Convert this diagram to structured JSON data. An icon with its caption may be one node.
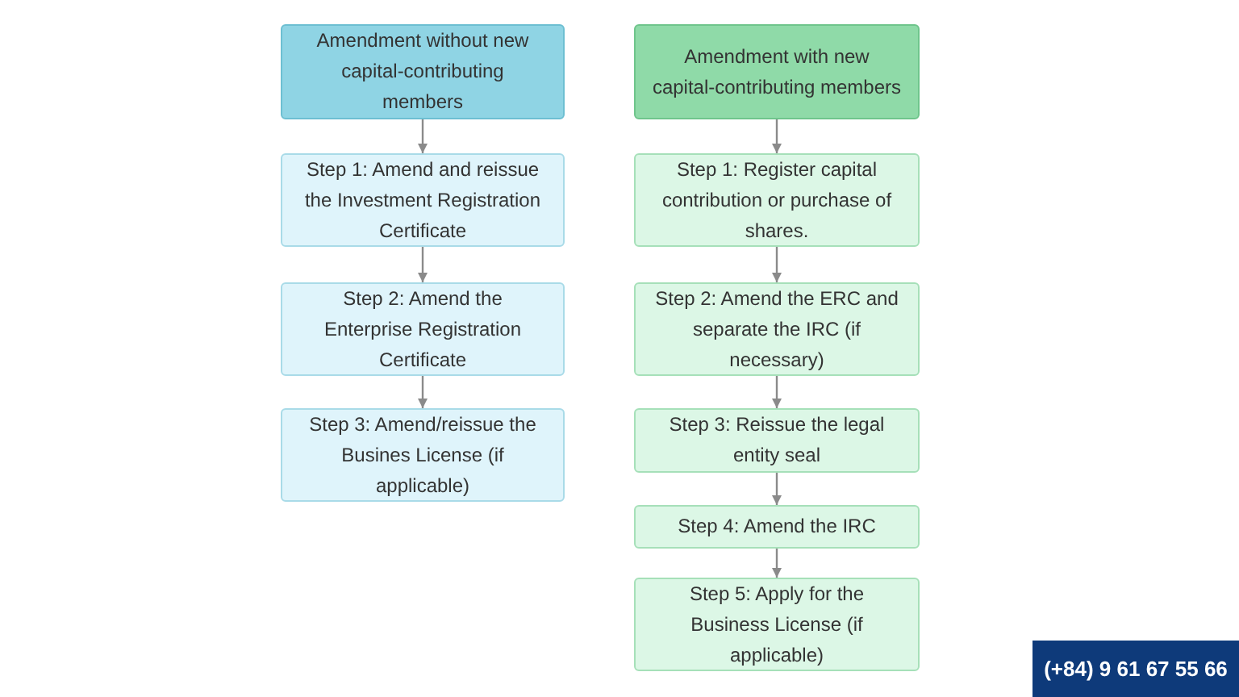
{
  "diagram": {
    "nodes": [
      {
        "text": [
          "Amendment without new capital-contributing members"
        ]
      },
      {
        "text": [
          "Step 1: Amend and reissue the Investment Registration Certificate"
        ]
      },
      {
        "text": [
          "Step 2: Amend the Enterprise Registration Certificate"
        ]
      },
      {
        "text": [
          "Step 3: Amend/reissue the Busines License (if applicable)"
        ]
      },
      {
        "text": [
          "Amendment with new capital-contributing members"
        ]
      },
      {
        "text": [
          "Step 1: Register capital contribution or purchase of shares."
        ]
      },
      {
        "text": [
          "Step 2: Amend the ERC and separate the IRC (if necessary)"
        ]
      },
      {
        "text": [
          "Step 3: Reissue the legal entity seal"
        ]
      },
      {
        "text": [
          "Step 4: Amend the IRC"
        ]
      },
      {
        "text": [
          "Step 5: Apply for the Business License (if applicable)"
        ]
      }
    ],
    "edges": [
      {
        "from": 0,
        "to": 1,
        "arrow": "to"
      },
      {
        "from": 1,
        "to": 2,
        "arrow": "to"
      },
      {
        "from": 2,
        "to": 3,
        "arrow": "to"
      },
      {
        "from": 4,
        "to": 5,
        "arrow": "to"
      },
      {
        "from": 5,
        "to": 6,
        "arrow": "to"
      },
      {
        "from": 6,
        "to": 7,
        "arrow": "to"
      },
      {
        "from": 7,
        "to": 8,
        "arrow": "to"
      },
      {
        "from": 8,
        "to": 9,
        "arrow": "to"
      }
    ],
    "labels": [
      "(+84) 9 61 67 55 66"
    ]
  }
}
